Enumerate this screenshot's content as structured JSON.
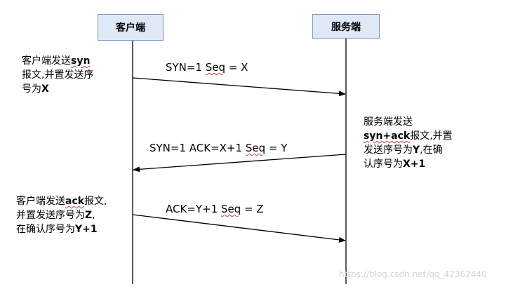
{
  "actors": {
    "client": "客户端",
    "server": "服务端"
  },
  "notes": {
    "client_step1": {
      "line1_a": "客户端发送",
      "line1_b": "syn",
      "line2": "报文,并置发送序",
      "line3_a": "号为",
      "line3_b": "X"
    },
    "server_step2": {
      "line1": "服务端发送",
      "line2_a": "syn+ack",
      "line2_b": "报文,并置",
      "line3_a": "发送序号为",
      "line3_b": "Y",
      "line3_c": ",在确",
      "line4_a": "认序号为",
      "line4_b": "X+1"
    },
    "client_step3": {
      "line1_a": "客户端发送",
      "line1_b": "ack",
      "line1_c": "报文,",
      "line2_a": "并置发送序号为",
      "line2_b": "Z",
      "line2_c": ",",
      "line3_a": "在确认序号为",
      "line3_b": "Y+1"
    }
  },
  "messages": {
    "m1": {
      "a": "SYN=1  ",
      "seq": "Seq",
      "b": " = X"
    },
    "m2": {
      "a": "SYN=1  ACK=X+1 ",
      "seq": "Seq",
      "b": " = Y"
    },
    "m3": {
      "a": "ACK=Y+1 ",
      "seq": "Seq",
      "b": " = Z"
    }
  },
  "watermark": "https://blog.csdn.net/qq_42362440"
}
